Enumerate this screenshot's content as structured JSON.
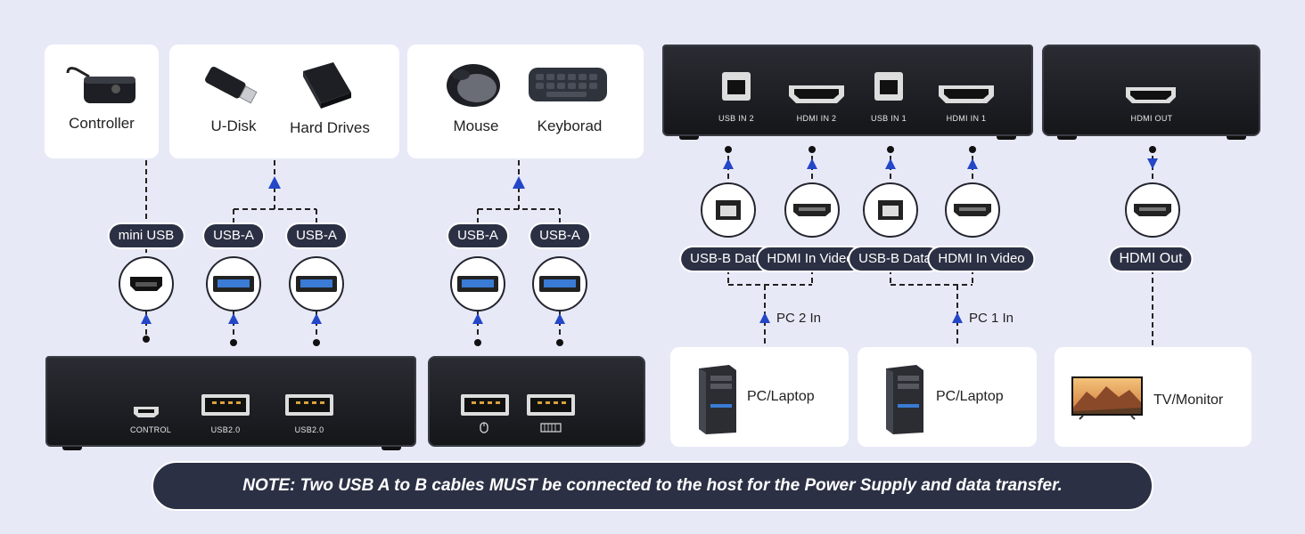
{
  "cards": {
    "controller": "Controller",
    "udisk": "U-Disk",
    "hard_drives": "Hard Drives",
    "mouse": "Mouse",
    "keyboard": "Keyborad",
    "pc2": "PC/Laptop",
    "pc1": "PC/Laptop",
    "tv": "TV/Monitor"
  },
  "pills": {
    "mini_usb": "mini USB",
    "usb_a_1": "USB-A",
    "usb_a_2": "USB-A",
    "usb_a_3": "USB-A",
    "usb_a_4": "USB-A",
    "usbb_data_2": "USB-B Data",
    "hdmi_in_video_2": "HDMI In Video",
    "usbb_data_1": "USB-B Data",
    "hdmi_in_video_1": "HDMI In Video",
    "hdmi_out": "HDMI Out"
  },
  "device_labels": {
    "control": "CONTROL",
    "usb20_a": "USB2.0",
    "usb20_b": "USB2.0",
    "usb_in_2": "USB IN 2",
    "hdmi_in_2": "HDMI IN 2",
    "usb_in_1": "USB IN 1",
    "hdmi_in_1": "HDMI IN 1",
    "hdmi_out": "HDMI OUT"
  },
  "pc_inputs": {
    "pc2": "PC 2 In",
    "pc1": "PC 1 In"
  },
  "note": "NOTE: Two USB A to B cables MUST be connected to the host for the Power Supply and data transfer.",
  "colors": {
    "background": "#e8e9f7",
    "pill": "#2c3044",
    "arrow": "#2447c8",
    "port_blue": "#3a7bd5"
  }
}
